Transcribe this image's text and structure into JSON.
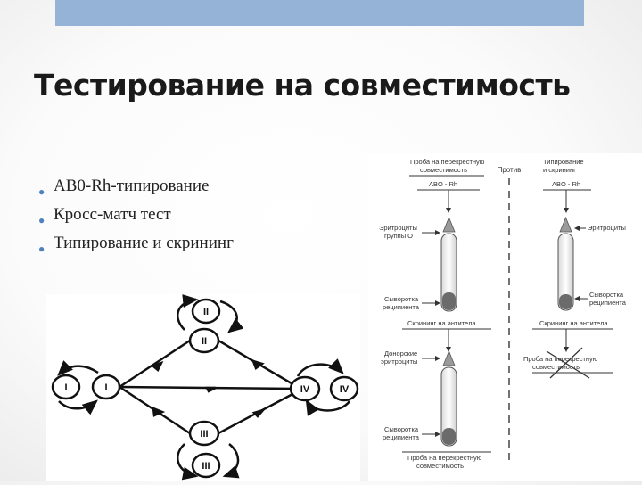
{
  "slide": {
    "title": "Тестирование на совместимость",
    "bullets": [
      "AB0-Rh-типирование",
      "Кросс-матч тест",
      "Типирование и скрининг"
    ],
    "accent_color": "#95b3d7",
    "bullet_color": "#4f81bd"
  },
  "stage_diagram": {
    "nodes": [
      "I",
      "I",
      "II",
      "II",
      "III",
      "III",
      "IV",
      "IV"
    ]
  },
  "test_diagram": {
    "left": {
      "header": [
        "Проба на перекрестную",
        "совместимость"
      ],
      "box1": "ABO - Rh",
      "label_erythro_o": [
        "Эритроциты",
        "группы О"
      ],
      "label_serum_1": [
        "Сыворотка",
        "реципиента"
      ],
      "screening": "Скрининг на антитела",
      "label_donor": [
        "Донорские",
        "эритроциты"
      ],
      "label_serum_2": [
        "Сыворотка",
        "реципиента"
      ],
      "footer": [
        "Проба на перекрестную",
        "совместимость"
      ]
    },
    "versus": "Против",
    "right": {
      "header": [
        "Типирование",
        "и скрининг"
      ],
      "box1": "ABO - Rh",
      "label_erythro": "Эритроциты",
      "label_serum": [
        "Сыворотка",
        "реципиента"
      ],
      "screening": "Скрининг на антитела",
      "crossed": [
        "Проба на перекрестную",
        "совместимость"
      ]
    }
  }
}
